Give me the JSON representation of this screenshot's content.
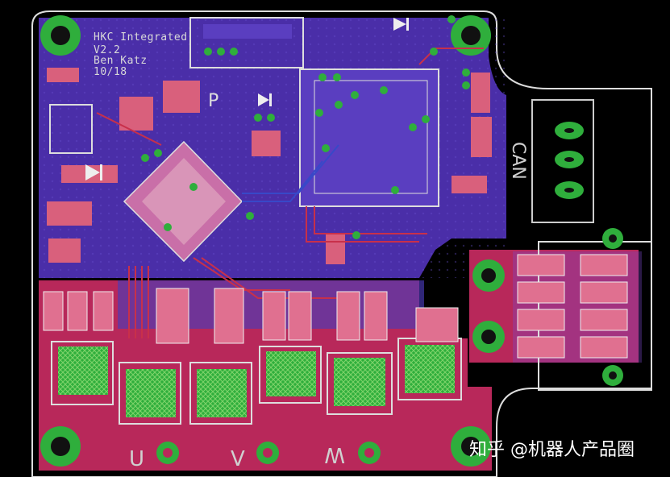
{
  "board": {
    "silkscreen_lines": [
      "HKC Integrated",
      "V2.2",
      "Ben Katz",
      "10/18"
    ],
    "pad_mark": "P",
    "connector_label": "CAN",
    "phase_labels": [
      "U",
      "V",
      "W"
    ]
  },
  "watermark": "知乎 @机器人产品圈",
  "colors": {
    "background": "#000000",
    "bottom_copper": "#4a2ea8",
    "top_copper": "#b8285a",
    "top_copper_light": "#d9607c",
    "via_ring": "#2fae3c",
    "silkscreen": "#d8d8d8",
    "trace_red": "#c8304a",
    "trace_blue": "#3848c8"
  }
}
